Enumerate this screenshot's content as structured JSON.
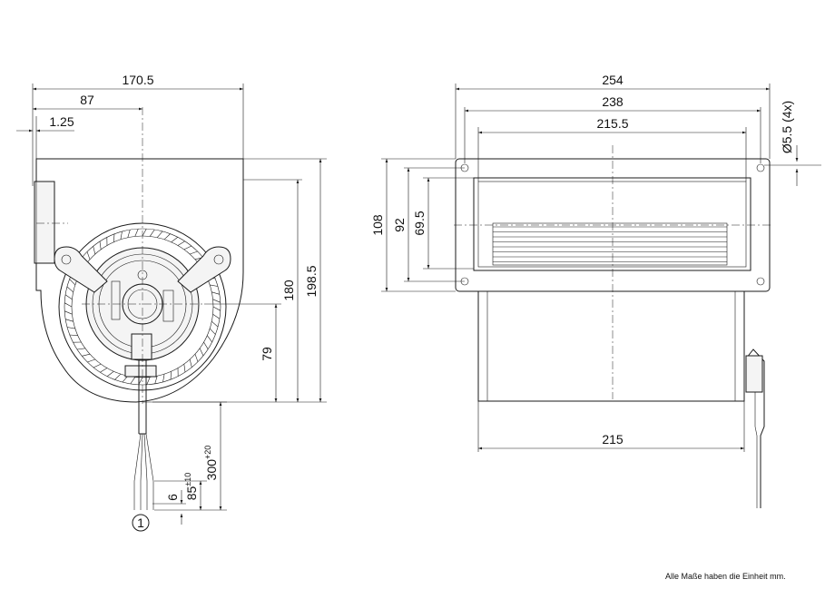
{
  "side_view": {
    "dims": {
      "width_total": "170.5",
      "to_center": "87",
      "offset": "1.25",
      "height_180": "180",
      "height_198": "198.5",
      "height_79": "79",
      "cable_length": "300",
      "cable_length_tol": "+20",
      "strip_length": "85",
      "strip_tol": "±10",
      "wire_end": "6"
    },
    "callout": "1"
  },
  "front_view": {
    "dims": {
      "flange_width": "254",
      "hole_spacing": "238",
      "opening_width": "215.5",
      "body_width": "215",
      "flange_height": "108",
      "hole_spacing_v": "92",
      "opening_height": "69.5",
      "hole_dia": "Ø5.5 (4x)"
    }
  },
  "footnote": "Alle Maße haben die Einheit mm."
}
